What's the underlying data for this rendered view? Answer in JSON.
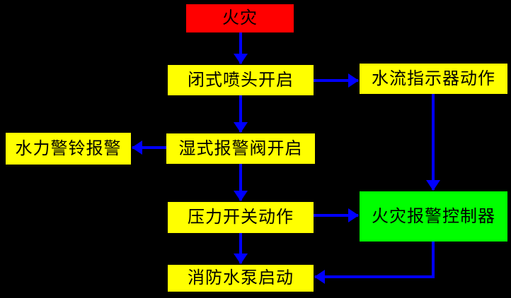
{
  "diagram": {
    "description": "Wet-pipe sprinkler fire alarm system flowchart",
    "background": "#000000"
  },
  "colors": {
    "bg": "#000000",
    "red": "#FF0000",
    "yellow": "#FFFF00",
    "green": "#00FF00",
    "arrow": "#0000FF",
    "text": "#000000"
  },
  "nodes": {
    "fire": {
      "label": "火灾",
      "color": "#FF0000"
    },
    "sprinkler": {
      "label": "闭式喷头开启",
      "color": "#FFFF00"
    },
    "flow_indicator": {
      "label": "水流指示器动作",
      "color": "#FFFF00"
    },
    "alarm_bell": {
      "label": "水力警铃报警",
      "color": "#FFFF00"
    },
    "wet_valve": {
      "label": "湿式报警阀开启",
      "color": "#FFFF00"
    },
    "pressure_switch": {
      "label": "压力开关动作",
      "color": "#FFFF00"
    },
    "alarm_controller": {
      "label": "火灾报警控制器",
      "color": "#00FF00"
    },
    "fire_pump": {
      "label": "消防水泵启动",
      "color": "#FFFF00"
    }
  },
  "edges": [
    {
      "from": "fire",
      "to": "sprinkler"
    },
    {
      "from": "sprinkler",
      "to": "flow_indicator"
    },
    {
      "from": "sprinkler",
      "to": "wet_valve"
    },
    {
      "from": "wet_valve",
      "to": "alarm_bell"
    },
    {
      "from": "wet_valve",
      "to": "pressure_switch"
    },
    {
      "from": "pressure_switch",
      "to": "alarm_controller"
    },
    {
      "from": "flow_indicator",
      "to": "alarm_controller"
    },
    {
      "from": "pressure_switch",
      "to": "fire_pump"
    },
    {
      "from": "alarm_controller",
      "to": "fire_pump"
    }
  ]
}
